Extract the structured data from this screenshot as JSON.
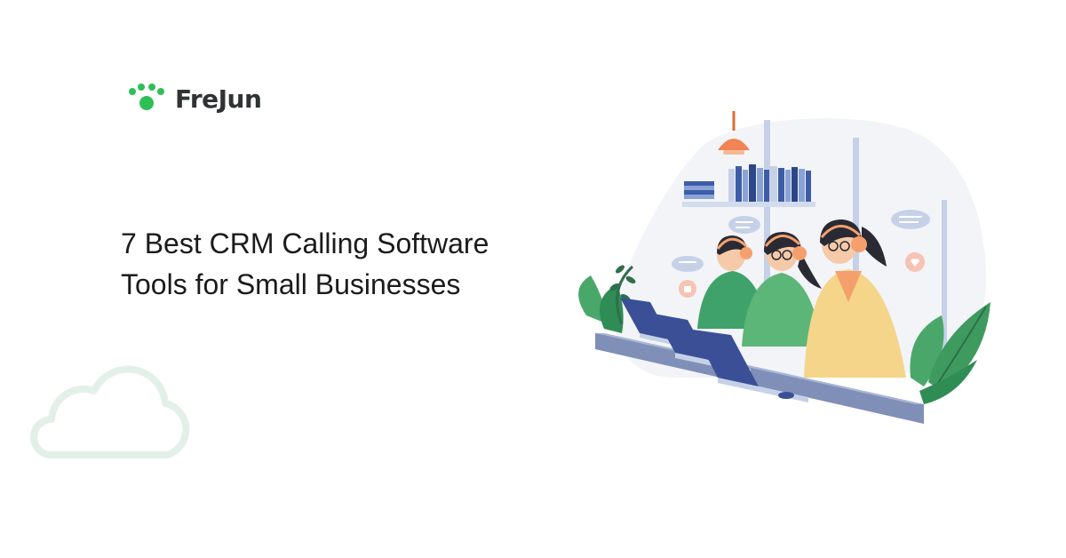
{
  "brand": {
    "name": "FreJun",
    "accent": "#2fbf57",
    "text_color": "#2f3333"
  },
  "headline": {
    "line1": "7 Best CRM Calling Software",
    "line2": "Tools for Small Businesses"
  },
  "decor": {
    "cloud_color": "#e3f0e7",
    "illustration": "call-center-agents-illustration"
  }
}
